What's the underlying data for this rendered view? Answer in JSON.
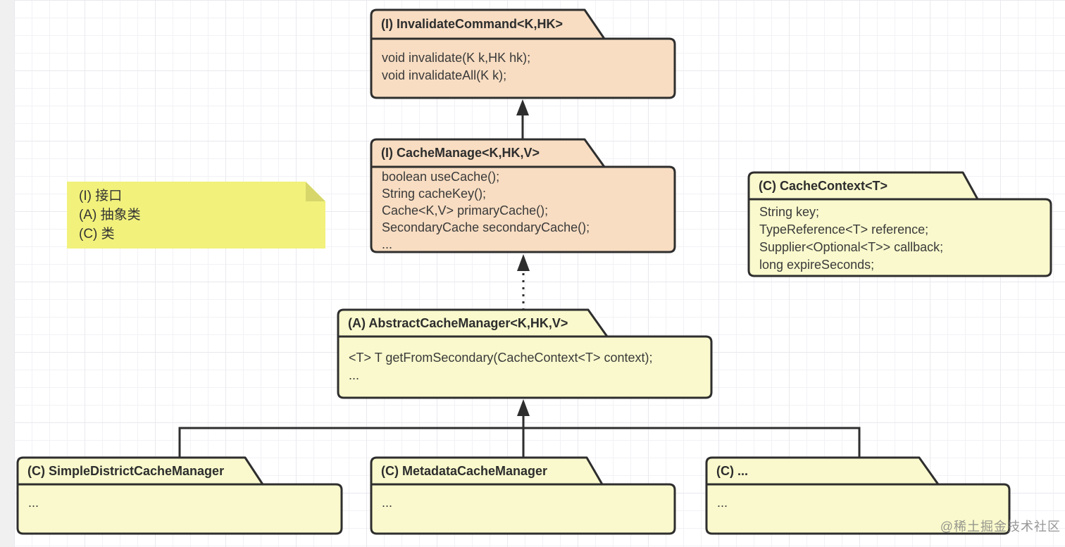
{
  "note": {
    "lines": [
      "(I) 接口",
      "(A) 抽象类",
      "(C) 类"
    ]
  },
  "boxes": {
    "invalidate_command": {
      "stereotype": "interface",
      "title": "(I) InvalidateCommand<K,HK>",
      "lines": [
        "void invalidate(K k,HK hk);",
        "void invalidateAll(K k);"
      ]
    },
    "cache_manage": {
      "stereotype": "interface",
      "title": "(I) CacheManage<K,HK,V>",
      "lines": [
        "boolean useCache();",
        "String cacheKey();",
        "Cache<K,V> primaryCache();",
        "SecondaryCache secondaryCache();",
        "..."
      ]
    },
    "cache_context": {
      "stereotype": "class",
      "title": "(C) CacheContext<T>",
      "lines": [
        "String key;",
        "TypeReference<T> reference;",
        "Supplier<Optional<T>> callback;",
        "long expireSeconds;"
      ]
    },
    "abstract_cache_manager": {
      "stereotype": "abstract-class",
      "title": "(A) AbstractCacheManager<K,HK,V>",
      "lines": [
        "<T> T getFromSecondary(CacheContext<T> context);",
        "..."
      ]
    },
    "simple_district_cache_manager": {
      "stereotype": "class",
      "title": "(C) SimpleDistrictCacheManager",
      "lines": [
        "..."
      ]
    },
    "metadata_cache_manager": {
      "stereotype": "class",
      "title": "(C) MetadataCacheManager",
      "lines": [
        "..."
      ]
    },
    "other_cache_manager": {
      "stereotype": "class",
      "title": "(C) ...",
      "lines": [
        "..."
      ]
    }
  },
  "relations": [
    {
      "from": "CacheManage",
      "to": "InvalidateCommand",
      "style": "solid-arrow"
    },
    {
      "from": "AbstractCacheManager",
      "to": "CacheManage",
      "style": "dotted-arrow"
    },
    {
      "from": "SimpleDistrictCacheManager, MetadataCacheManager, (C) ...",
      "to": "AbstractCacheManager",
      "style": "solid-arrow"
    }
  ],
  "watermark": "@稀土掘金技术社区",
  "colors": {
    "interface_fill": "#f8ddc2",
    "class_fill": "#f9f9cd",
    "note_fill": "#f1f17c",
    "note_fold": "#d6d66b",
    "stroke": "#2e2e2e",
    "grid_line": "#ededf2",
    "canvas_margin": "#f0f0f1"
  }
}
